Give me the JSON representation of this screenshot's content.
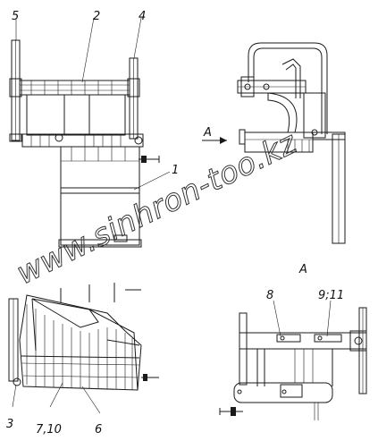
{
  "title": "",
  "watermark": "www.sinhron-too.kz",
  "views": {
    "front": {
      "callouts": [
        "5",
        "2",
        "4",
        "1"
      ]
    },
    "side": {
      "arrow_label": "A"
    },
    "iso": {
      "callouts": [
        "3",
        "7,10",
        "6"
      ]
    },
    "view_a": {
      "title": "A",
      "callouts": [
        "8",
        "9;11"
      ]
    }
  },
  "colors": {
    "line": "#1a1a1a",
    "background": "#ffffff"
  }
}
